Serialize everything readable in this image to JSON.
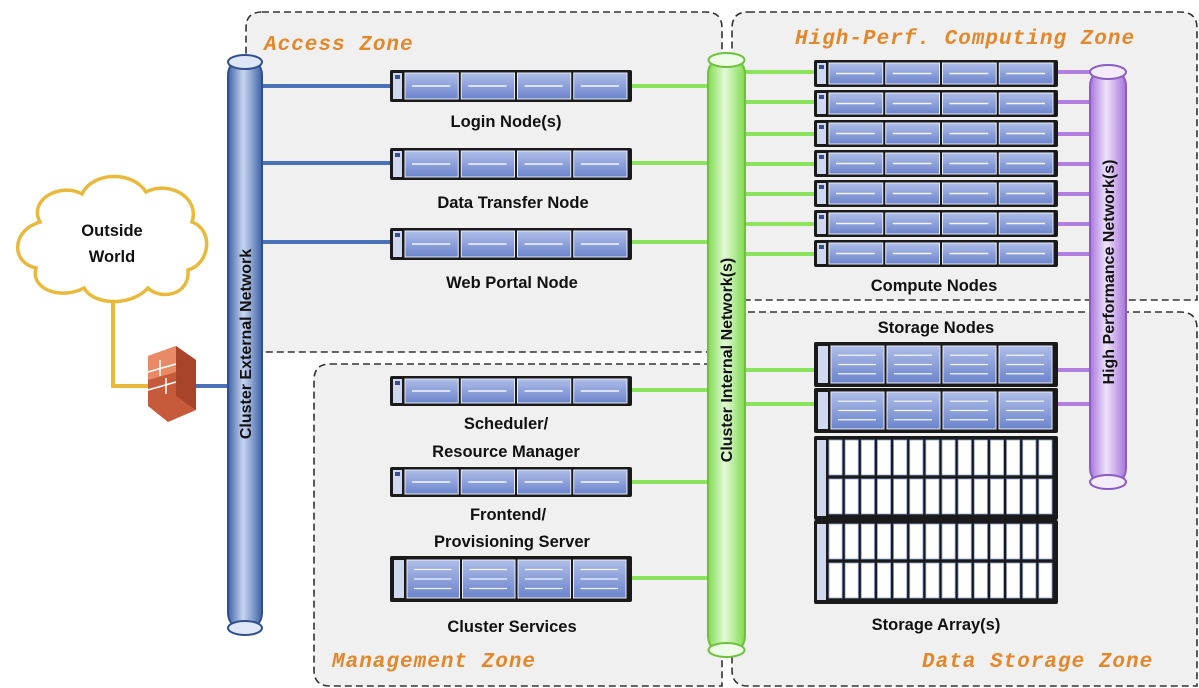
{
  "zones": {
    "access": "Access Zone",
    "hpc": "High-Perf. Computing Zone",
    "management": "Management Zone",
    "storage": "Data Storage Zone"
  },
  "nodes": {
    "login": "Login Node(s)",
    "data_transfer": "Data Transfer Node",
    "web_portal": "Web Portal Node",
    "scheduler_line1": "Scheduler/",
    "scheduler_line2": "Resource Manager",
    "frontend_line1": "Frontend/",
    "frontend_line2": "Provisioning Server",
    "cluster_services": "Cluster Services",
    "compute": "Compute Nodes",
    "storage_nodes": "Storage Nodes",
    "storage_array": "Storage Array(s)"
  },
  "networks": {
    "external": "Cluster External Network",
    "internal": "Cluster Internal Network(s)",
    "high_perf": "High Performance Network(s)"
  },
  "cloud": {
    "line1": "Outside",
    "line2": "World"
  },
  "colors": {
    "external_net": "#4a72b8",
    "internal_net": "#8ae35a",
    "high_perf_net": "#b07fe0",
    "outside_link": "#e8b93a",
    "zone_label": "#e3882a",
    "server_body": "#1a1a1a",
    "server_bay": "#7d93d6"
  }
}
